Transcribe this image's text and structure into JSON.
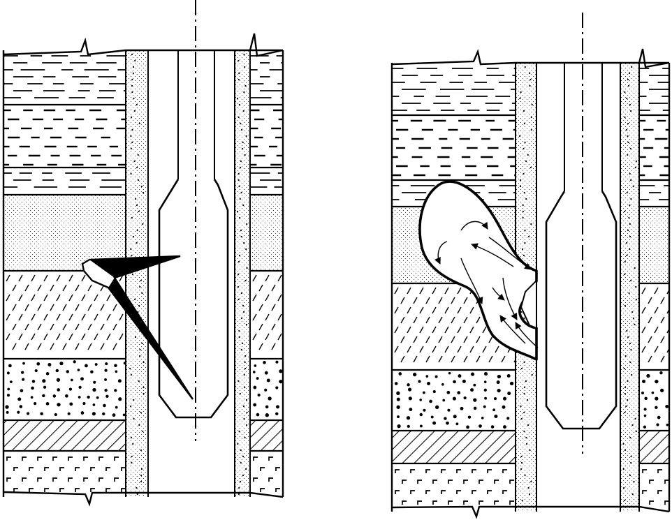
{
  "figure": {
    "description_text": "",
    "panels": [
      {
        "id": "left",
        "feature": "crack-wedge",
        "strata": [
          "shale-dashes",
          "shale-dashes-coarse",
          "shale-dashes",
          "fine-sand-dots",
          "diagonal-ticks",
          "coarse-sand-dots",
          "hatched",
          "broken-corner-marks"
        ]
      },
      {
        "id": "right",
        "feature": "washout-cavity-with-flow-arrows",
        "strata": [
          "shale-dashes",
          "shale-dashes-coarse",
          "shale-dashes",
          "fine-sand-dots",
          "diagonal-ticks",
          "coarse-sand-dots",
          "hatched",
          "broken-corner-marks"
        ]
      }
    ],
    "colors": {
      "ink": "#000000",
      "paper": "#ffffff"
    }
  }
}
